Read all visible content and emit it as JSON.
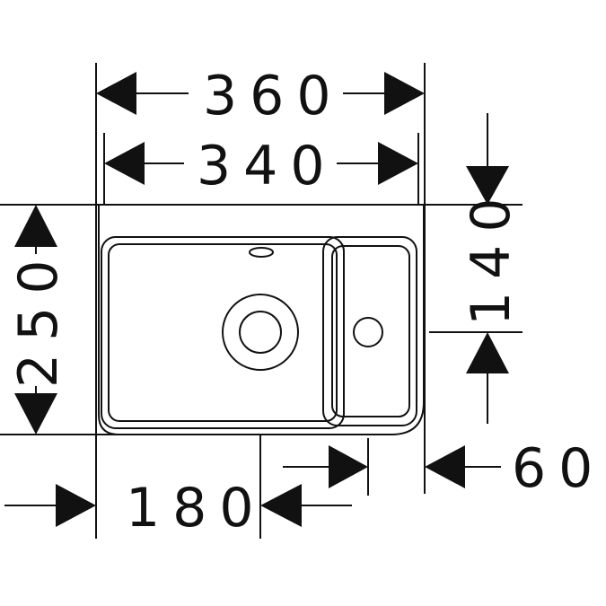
{
  "dimensions": {
    "outer_width": "360",
    "inner_width": "340",
    "height": "250",
    "bowl_depth": "140",
    "tap_offset": "60",
    "drain_offset": "180"
  },
  "colors": {
    "line": "#111111",
    "background": "#ffffff"
  }
}
